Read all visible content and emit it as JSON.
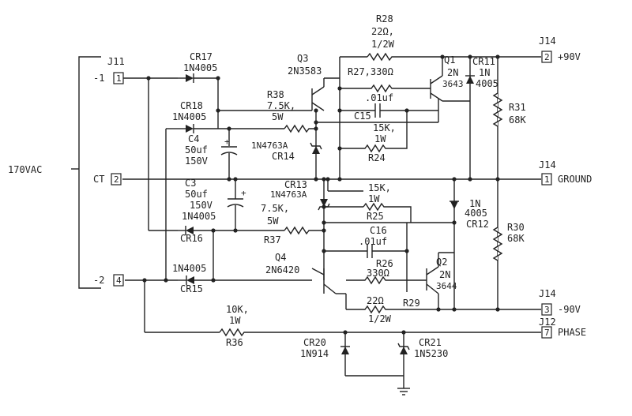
{
  "labels": {
    "input_voltage": "170VAC",
    "j11": "J11",
    "pin_minus1": "-1",
    "pin1": "1",
    "ct": "CT",
    "pin2": "2",
    "pin_minus2": "-2",
    "pin4": "4",
    "j14_a": "J14",
    "j14_b": "J14",
    "j14_c": "J14",
    "j12": "J12",
    "out_pos_pin": "2",
    "out_pos": "+90V",
    "gnd_pin": "1",
    "gnd": "GROUND",
    "out_neg_pin": "3",
    "out_neg": "-90V",
    "phase_pin": "7",
    "phase": "PHASE",
    "cr17": "CR17",
    "cr17_part": "1N4005",
    "cr18": "CR18",
    "cr18_part": "1N4005",
    "c4": "C4",
    "c4_val": "50uf",
    "c4_v": "150V",
    "c3": "C3",
    "c3_val": "50uf",
    "c3_v": "150V",
    "cr16_part": "1N4005",
    "cr16": "CR16",
    "cr15_part": "1N4005",
    "cr15": "CR15",
    "r38": "R38",
    "r38_val": "7.5K,",
    "r38_w": "5W",
    "cr14_part": "1N4763A",
    "cr14": "CR14",
    "cr13": "CR13",
    "cr13_part": "1N4763A",
    "r37_val": "7.5K,",
    "r37_w": "5W",
    "r37": "R37",
    "q3": "Q3",
    "q3_part": "2N3583",
    "q4": "Q4",
    "q4_part": "2N6420",
    "r28": "R28",
    "r28_val": "22Ω,",
    "r28_w": "1/2W",
    "r27": "R27,330Ω",
    "c15_val": ".01uf",
    "c15": "C15",
    "r24_val": "15K,",
    "r24_w": "1W",
    "r24": "R24",
    "r25_val": "15K,",
    "r25_w": "1W",
    "r25": "R25",
    "c16": "C16",
    "c16_val": ".01uf",
    "r26": "R26",
    "r26_val": "330Ω",
    "r29_val": "22Ω",
    "r29": "R29",
    "r29_w": "1/2W",
    "q1": "Q1",
    "q1_a": "2N",
    "q1_b": "3643",
    "q2": "Q2",
    "q2_a": "2N",
    "q2_b": "3644",
    "cr11": "CR11",
    "cr11_a": "1N",
    "cr11_b": "4005",
    "cr12_a": "1N",
    "cr12_b": "4005",
    "cr12": "CR12",
    "r31": "R31",
    "r31_val": "68K",
    "r30": "R30",
    "r30_val": "68K",
    "r36_val": "10K,",
    "r36_w": "1W",
    "r36": "R36",
    "cr20": "CR20",
    "cr20_part": "1N914",
    "cr21": "CR21",
    "cr21_part": "1N5230"
  }
}
